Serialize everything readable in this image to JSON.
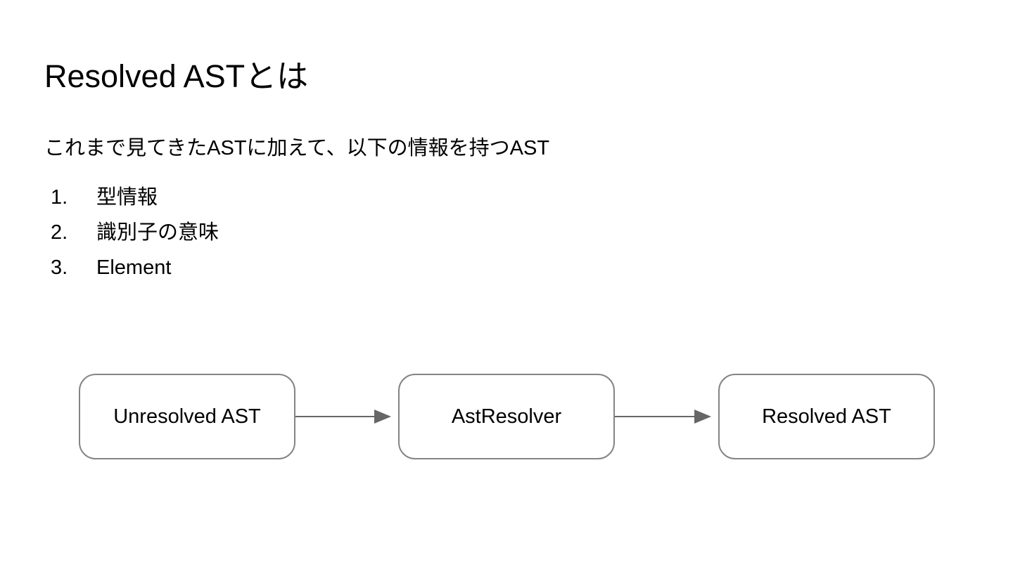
{
  "slide": {
    "title": "Resolved ASTとは",
    "subtitle": "これまで見てきたASTに加えて、以下の情報を持つAST",
    "list": {
      "items": [
        {
          "number": "1.",
          "label": "型情報"
        },
        {
          "number": "2.",
          "label": "識別子の意味"
        },
        {
          "number": "3.",
          "label": "Element"
        }
      ]
    },
    "diagram": {
      "boxes": [
        {
          "label": "Unresolved AST"
        },
        {
          "label": "AstResolver"
        },
        {
          "label": "Resolved AST"
        }
      ],
      "arrow_color": "#666666",
      "box_border_color": "#848484"
    },
    "colors": {
      "background": "#ffffff",
      "text": "#000000"
    }
  }
}
